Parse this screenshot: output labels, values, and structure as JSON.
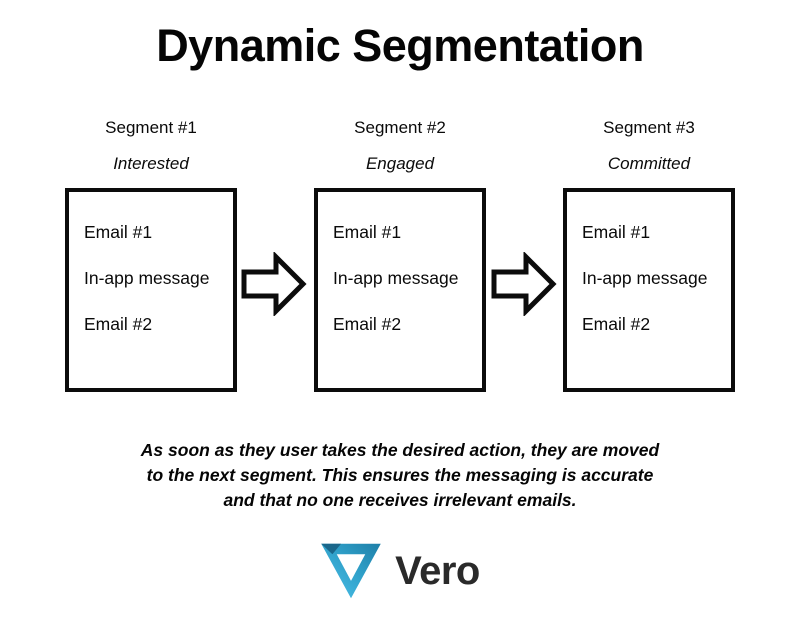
{
  "title": "Dynamic Segmentation",
  "segments": [
    {
      "label": "Segment #1",
      "subtitle": "Interested",
      "items": [
        "Email #1",
        "In-app message",
        "Email #2"
      ]
    },
    {
      "label": "Segment #2",
      "subtitle": "Engaged",
      "items": [
        "Email #1",
        "In-app message",
        "Email #2"
      ]
    },
    {
      "label": "Segment #3",
      "subtitle": "Committed",
      "items": [
        "Email #1",
        "In-app message",
        "Email #2"
      ]
    }
  ],
  "caption": {
    "lines": [
      "As soon as they user takes the desired action, they are moved",
      "to the next segment. This ensures the messaging is accurate",
      "and that no one receives irrelevant emails."
    ]
  },
  "logo": {
    "wordmark": "Vero",
    "colors": {
      "light": "#4fc4ec",
      "mid": "#2fa0c9",
      "dark": "#1e7fa8",
      "fold": "#186184",
      "text": "#2a2a2a"
    }
  },
  "icons": {
    "arrow": "right-block-arrow",
    "logo_mark": "vero-inverted-triangle"
  }
}
